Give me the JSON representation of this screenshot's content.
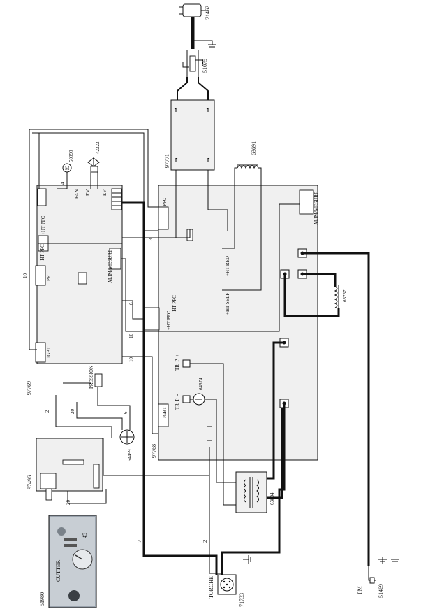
{
  "part_numbers": {
    "plug": "21462",
    "fuse": "51075",
    "rectifier": "97771",
    "choke": "63691",
    "fan": "50999",
    "valve": "42222",
    "control_board": "97769",
    "power_board": "97768",
    "inductor": "63737",
    "current_sensor": "64674",
    "pressure_sensor": "64459",
    "transformer": "63804",
    "display_board": "97496",
    "front_panel": "51980",
    "torch_socket": "71733",
    "pm_clamp": "51469"
  },
  "labels": {
    "fan": "FAN",
    "ev1": "EV",
    "ev2": "EV",
    "pfc_rect": "PFC",
    "ht_pfc": "+HT PFC",
    "ht_pfc2": "-HT PFC",
    "alim_mesure_ctrl": "ALIM/MESURE",
    "alim_mesure_pwr": "ALIM/MESURE",
    "igbt_ctrl": "IGBT",
    "igbt_pwr": "IGBT",
    "pression": "PRESSION",
    "pfc_ctrl": "PFC",
    "ht_red": "+HT RED",
    "ht_self": "+HT SELF",
    "ht_pfc_pwr": "+HT PFC",
    "ht_pfc_pwr2": "-HT PFC",
    "tr_p_plus": "TR_P_+",
    "tr_p_minus": "TR_P_-",
    "torche": "TORCHE",
    "pm": "PM"
  },
  "wire_counts": {
    "w10a": "10",
    "w4": "4",
    "w3": "3",
    "w6a": "6",
    "w10b": "10",
    "w10c": "10",
    "w2a": "2",
    "w20a": "20",
    "w6b": "6",
    "w20b": "20",
    "w7": "7",
    "w2b": "2"
  },
  "front_panel": {
    "brand": "CUTTER",
    "model": "45"
  },
  "colors": {
    "ink": "#111111",
    "board_fill": "#f0f0f0",
    "panel_fill": "#9aa3ad"
  }
}
